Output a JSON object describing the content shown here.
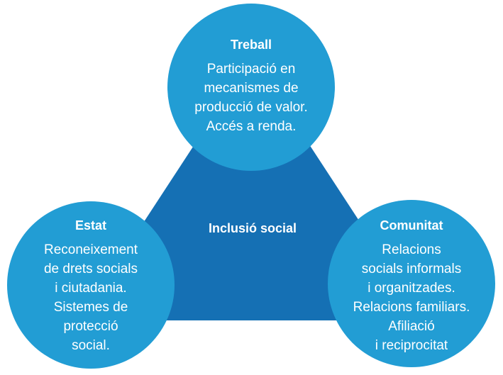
{
  "colors": {
    "circle": "#229dd4",
    "triangle": "#1570b4",
    "text": "#ffffff"
  },
  "center_label": "Inclusió social",
  "nodes": {
    "top": {
      "title": "Treball",
      "lines": [
        "Participació en",
        "mecanismes de",
        "producció de valor.",
        "Accés a renda."
      ]
    },
    "left": {
      "title": "Estat",
      "lines": [
        "Reconeixement",
        "de drets socials",
        "i ciutadania.",
        "Sistemes de",
        "protecció",
        "social."
      ]
    },
    "right": {
      "title": "Comunitat",
      "lines": [
        "Relacions",
        "socials informals",
        "i organitzades.",
        "Relacions familiars.",
        "Afiliació",
        "i reciprocitat"
      ]
    }
  }
}
